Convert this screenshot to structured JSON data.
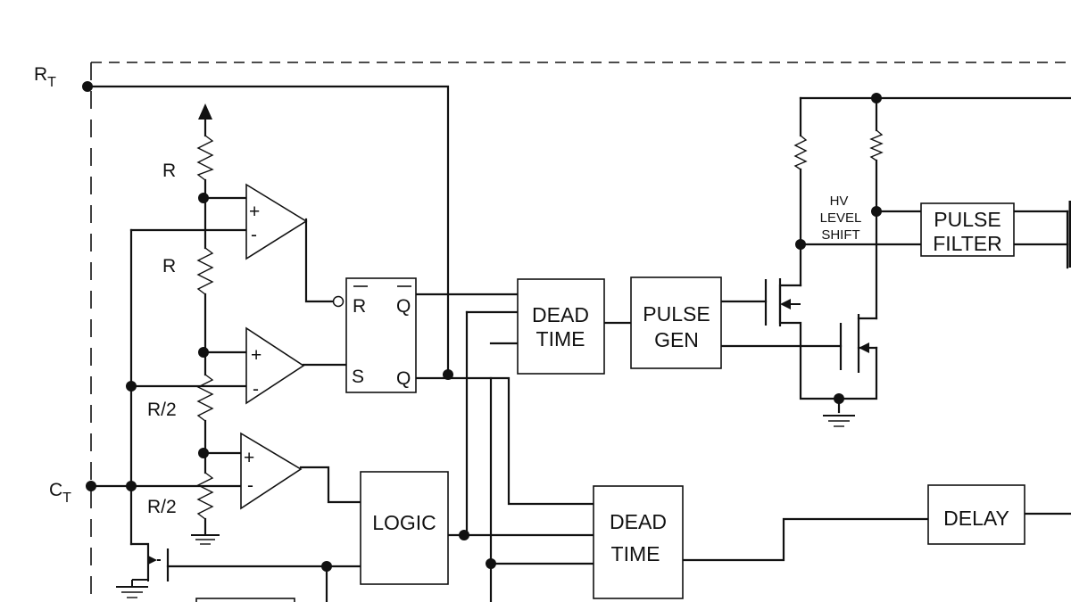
{
  "pins": {
    "rt": {
      "main": "R",
      "sub": "T"
    },
    "ct": {
      "main": "C",
      "sub": "T"
    }
  },
  "resistors": {
    "r1": "R",
    "r2": "R",
    "r3": "R/2",
    "r4": "R/2"
  },
  "comparators": {
    "comp1": {
      "plus": "+",
      "minus": "-"
    },
    "comp2": {
      "plus": "+",
      "minus": "-"
    },
    "comp3": {
      "plus": "+",
      "minus": "-"
    }
  },
  "flipflop": {
    "r": "R",
    "qbar": "Q",
    "s": "S",
    "q": "Q"
  },
  "blocks": {
    "dead_time_1": [
      "DEAD",
      "TIME"
    ],
    "pulse_gen": [
      "PULSE",
      "GEN"
    ],
    "logic": "LOGIC",
    "dead_time_2": [
      "DEAD",
      "TIME"
    ],
    "pulse_filter": [
      "PULSE",
      "FILTER"
    ],
    "delay": "DELAY"
  },
  "hv_level_shift": [
    "HV",
    "LEVEL",
    "SHIFT"
  ],
  "colors": {
    "ink": "#111111",
    "background": "#ffffff"
  }
}
